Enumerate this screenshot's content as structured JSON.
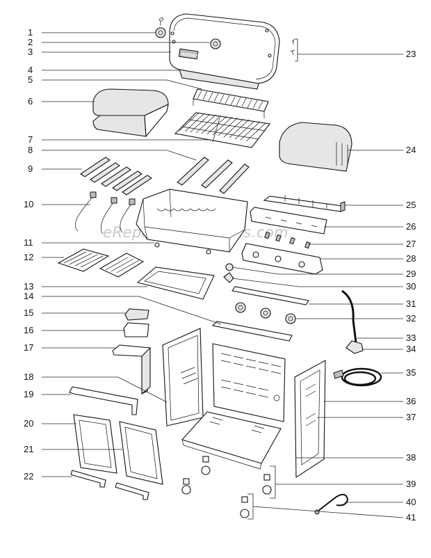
{
  "watermark": "eReplacementParts.com",
  "logo_text": "weber",
  "callouts": [
    {
      "id": 1,
      "label": "1"
    },
    {
      "id": 2,
      "label": "2"
    },
    {
      "id": 3,
      "label": "3"
    },
    {
      "id": 4,
      "label": "4"
    },
    {
      "id": 5,
      "label": "5"
    },
    {
      "id": 6,
      "label": "6"
    },
    {
      "id": 7,
      "label": "7"
    },
    {
      "id": 8,
      "label": "8"
    },
    {
      "id": 9,
      "label": "9"
    },
    {
      "id": 10,
      "label": "10"
    },
    {
      "id": 11,
      "label": "11"
    },
    {
      "id": 12,
      "label": "12"
    },
    {
      "id": 13,
      "label": "13"
    },
    {
      "id": 14,
      "label": "14"
    },
    {
      "id": 15,
      "label": "15"
    },
    {
      "id": 16,
      "label": "16"
    },
    {
      "id": 17,
      "label": "17"
    },
    {
      "id": 18,
      "label": "18"
    },
    {
      "id": 19,
      "label": "19"
    },
    {
      "id": 20,
      "label": "20"
    },
    {
      "id": 21,
      "label": "21"
    },
    {
      "id": 22,
      "label": "22"
    },
    {
      "id": 23,
      "label": "23"
    },
    {
      "id": 24,
      "label": "24"
    },
    {
      "id": 25,
      "label": "25"
    },
    {
      "id": 26,
      "label": "26"
    },
    {
      "id": 27,
      "label": "27"
    },
    {
      "id": 28,
      "label": "28"
    },
    {
      "id": 29,
      "label": "29"
    },
    {
      "id": 30,
      "label": "30"
    },
    {
      "id": 31,
      "label": "31"
    },
    {
      "id": 32,
      "label": "32"
    },
    {
      "id": 33,
      "label": "33"
    },
    {
      "id": 34,
      "label": "34"
    },
    {
      "id": 35,
      "label": "35"
    },
    {
      "id": 36,
      "label": "36"
    },
    {
      "id": 37,
      "label": "37"
    },
    {
      "id": 38,
      "label": "38"
    },
    {
      "id": 39,
      "label": "39"
    },
    {
      "id": 40,
      "label": "40"
    },
    {
      "id": 41,
      "label": "41"
    }
  ]
}
